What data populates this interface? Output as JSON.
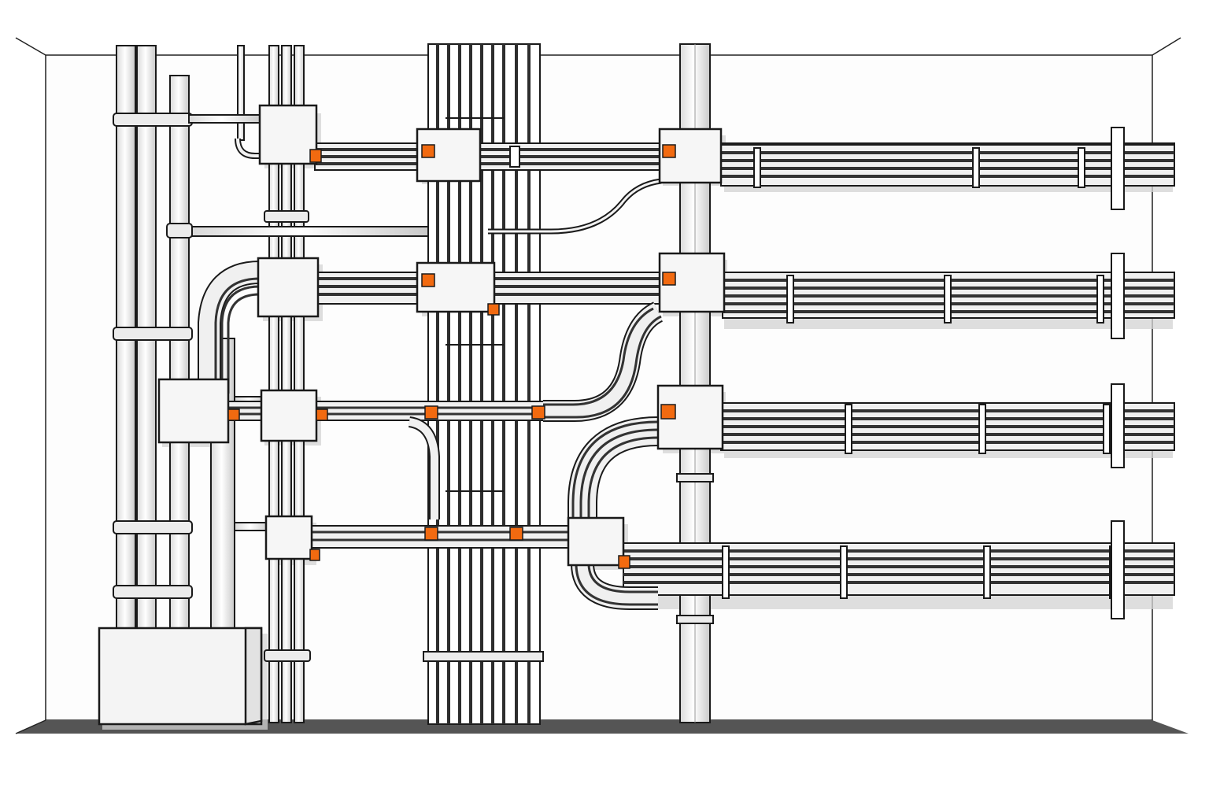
{
  "colors": {
    "background": "#ffffff",
    "wall": "#fdfdfd",
    "outline": "#1a1a1a",
    "conduit_fill": "#f4f4f4",
    "cable": "#3a3a3a",
    "cable_highlight": "#bdbdbd",
    "box_fill": "#f6f6f6",
    "shadow": "#cfcfcf",
    "accent": "#f26a10",
    "floor": "#555555"
  },
  "icons": {
    "junction_box": "square-box",
    "terminal_marker": "orange-square",
    "pipe_clamp": "strap",
    "cable_bundle": "striped-band",
    "distribution_cabinet": "cabinet-box"
  }
}
